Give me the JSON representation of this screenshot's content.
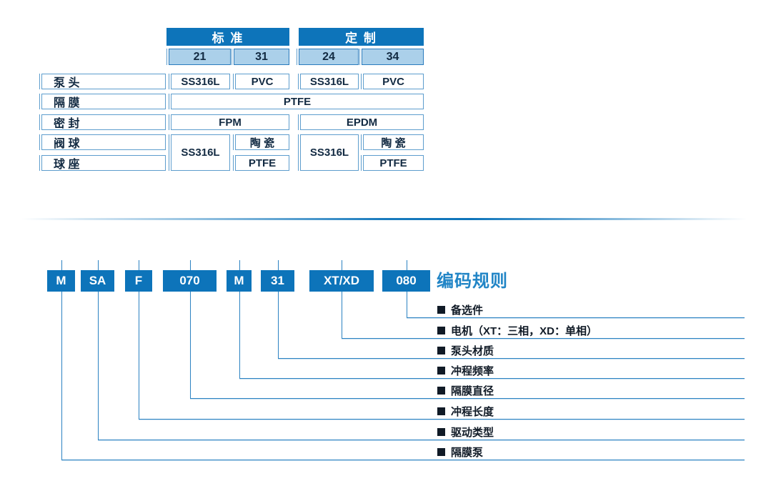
{
  "materials_table": {
    "group_headers": {
      "standard": "标 准",
      "custom": "定 制"
    },
    "model_codes": [
      "21",
      "31",
      "24",
      "34"
    ],
    "row_labels": {
      "pump_head": "泵 头",
      "diaphragm": "隔 膜",
      "seal": "密 封",
      "valve_ball": "阀 球",
      "ball_seat": "球 座"
    },
    "values": {
      "pump_head_21": "SS316L",
      "pump_head_31": "PVC",
      "pump_head_24": "SS316L",
      "pump_head_34": "PVC",
      "diaphragm_all": "PTFE",
      "seal_standard": "FPM",
      "seal_custom": "EPDM",
      "valve_std_metal": "SS316L",
      "valve_std_ball": "陶 瓷",
      "valve_std_seat": "PTFE",
      "valve_custom_metal": "SS316L",
      "valve_custom_ball": "陶 瓷",
      "valve_custom_seat": "PTFE"
    }
  },
  "code_diagram": {
    "title": "编码规则",
    "segments": [
      {
        "code": "M",
        "label": "隔膜泵"
      },
      {
        "code": "SA",
        "label": "驱动类型"
      },
      {
        "code": "F",
        "label": "冲程长度"
      },
      {
        "code": "070",
        "label": "隔膜直径"
      },
      {
        "code": "M",
        "label": "冲程频率"
      },
      {
        "code": "31",
        "label": "泵头材质"
      },
      {
        "code": "XT/XD",
        "label": "电机（XT：三相，XD：单相）"
      },
      {
        "code": "080",
        "label": "备选件"
      }
    ]
  },
  "colors": {
    "primary_blue": "#0d74ba",
    "subheader_blue": "#abd0ea",
    "title_blue": "#2185c6",
    "connector_blue": "#2b82c2",
    "text_navy": "#122a42"
  }
}
